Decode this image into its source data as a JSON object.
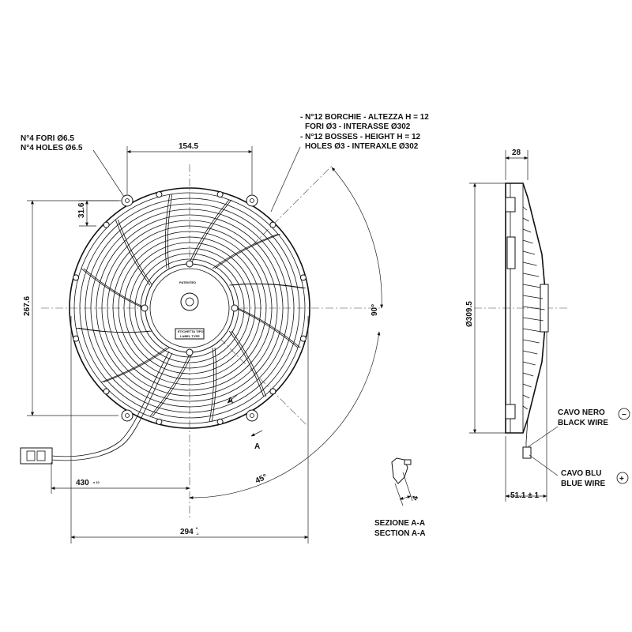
{
  "front_view": {
    "holes_it": "N°4 FORI Ø6.5",
    "holes_en": "N°4 HOLES Ø6.5",
    "bosses_it_1": "- N°12 BORCHIE - ALTEZZA H = 12",
    "bosses_it_2": "FORI Ø3 - INTERASSE Ø302",
    "bosses_en_1": "- N°12 BOSSES - HEIGHT H = 12",
    "bosses_en_2": "HOLES Ø3 - INTERAXLE Ø302",
    "dim_top": "154.5",
    "dim_small": "31.6",
    "dim_left": "267.6",
    "dim_bottom": "294",
    "dim_bottom_tol_upper": "0",
    "dim_bottom_tol_lower": "-1",
    "dim_wire": "430",
    "dim_wire_tol": "± 10",
    "angle_90": "90°",
    "angle_45": "45°",
    "section_mark_a": "A",
    "section_mark_a2": "A",
    "hub_label": "PATENTED",
    "label_box_1": "ETICHETTA TIPO",
    "label_box_2": "LABEL TYPE"
  },
  "section": {
    "title_it": "SEZIONE A-A",
    "title_en": "SECTION A-A",
    "dim": "4"
  },
  "side_view": {
    "dim_width": "28",
    "dim_diameter": "Ø309.5",
    "dim_depth": "51.1 ± 1",
    "wire_black_it": "CAVO NERO",
    "wire_black_en": "BLACK WIRE",
    "wire_black_symbol": "−",
    "wire_blue_it": "CAVO BLU",
    "wire_blue_en": "BLUE WIRE",
    "wire_blue_symbol": "+"
  }
}
